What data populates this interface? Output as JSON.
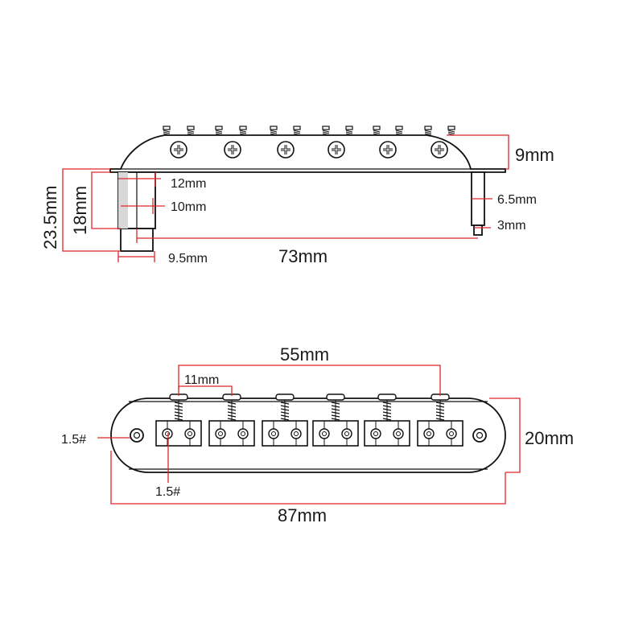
{
  "colors": {
    "dimension_line": "#e0262a",
    "outline": "#111111",
    "background": "#ffffff"
  },
  "side_view": {
    "height_label": "9mm",
    "post_top_width_label": "12mm",
    "post_middle_width_label": "10mm",
    "post_base_width_label": "9.5mm",
    "post_height_label": "18mm",
    "total_height_label": "23.5mm",
    "right_post_width_label": "6.5mm",
    "right_post_tip_label": "3mm",
    "post_spacing_label": "73mm"
  },
  "top_view": {
    "string_span_label": "55mm",
    "string_spacing_label": "11mm",
    "width_label": "20mm",
    "length_label": "87mm",
    "left_hole_label": "1.5#",
    "saddle_hole_label": "1.5#"
  }
}
